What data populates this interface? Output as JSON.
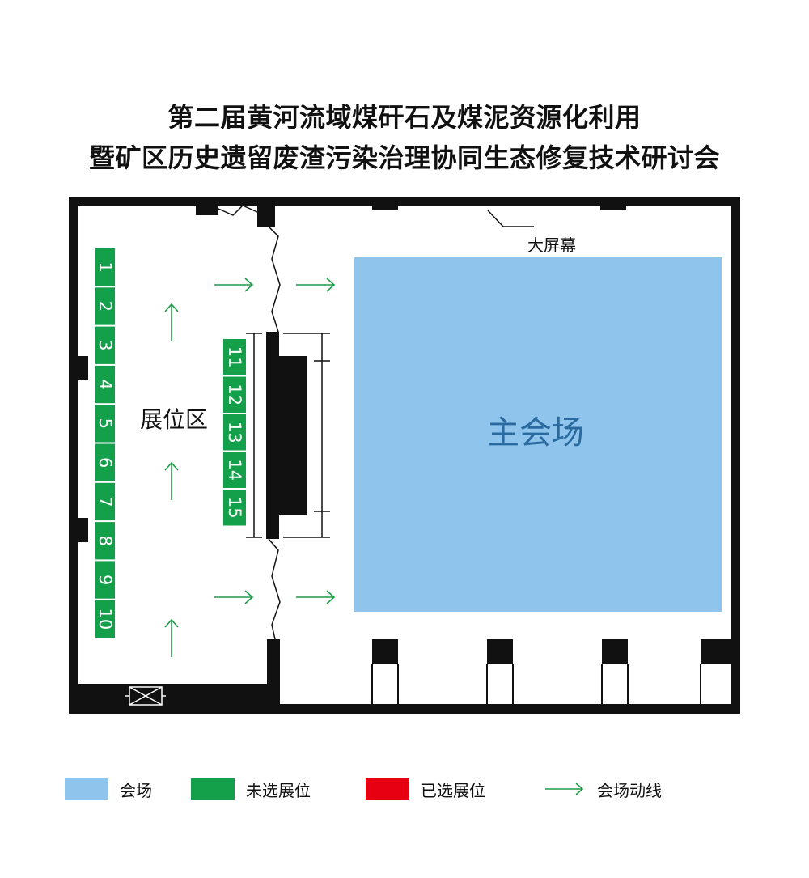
{
  "title": {
    "line1": "第二届黄河流域煤矸石及煤泥资源化利用",
    "line2": "暨矿区历史遗留废渣污染治理协同生态修复技术研讨会"
  },
  "floorplan": {
    "main_hall_label": "主会场",
    "screen_label": "大屏幕",
    "exhibition_area_label": "展位区",
    "booths_column_a": [
      "1",
      "2",
      "3",
      "4",
      "5",
      "6",
      "7",
      "8",
      "9",
      "10"
    ],
    "booths_column_b": [
      "11",
      "12",
      "13",
      "14",
      "15"
    ]
  },
  "legend": [
    {
      "label": "会场",
      "color": "#8fc5ec",
      "kind": "swatch"
    },
    {
      "label": "未选展位",
      "color": "#14a04a",
      "kind": "swatch"
    },
    {
      "label": "已选展位",
      "color": "#e60012",
      "kind": "swatch"
    },
    {
      "label": "会场动线",
      "color": "#1e9a49",
      "kind": "arrow"
    }
  ],
  "colors": {
    "hall": "#8fc5ec",
    "booth": "#14a04a",
    "hall_text": "#2a6aa0",
    "arrow": "#1e9a49",
    "wall": "#111111"
  }
}
